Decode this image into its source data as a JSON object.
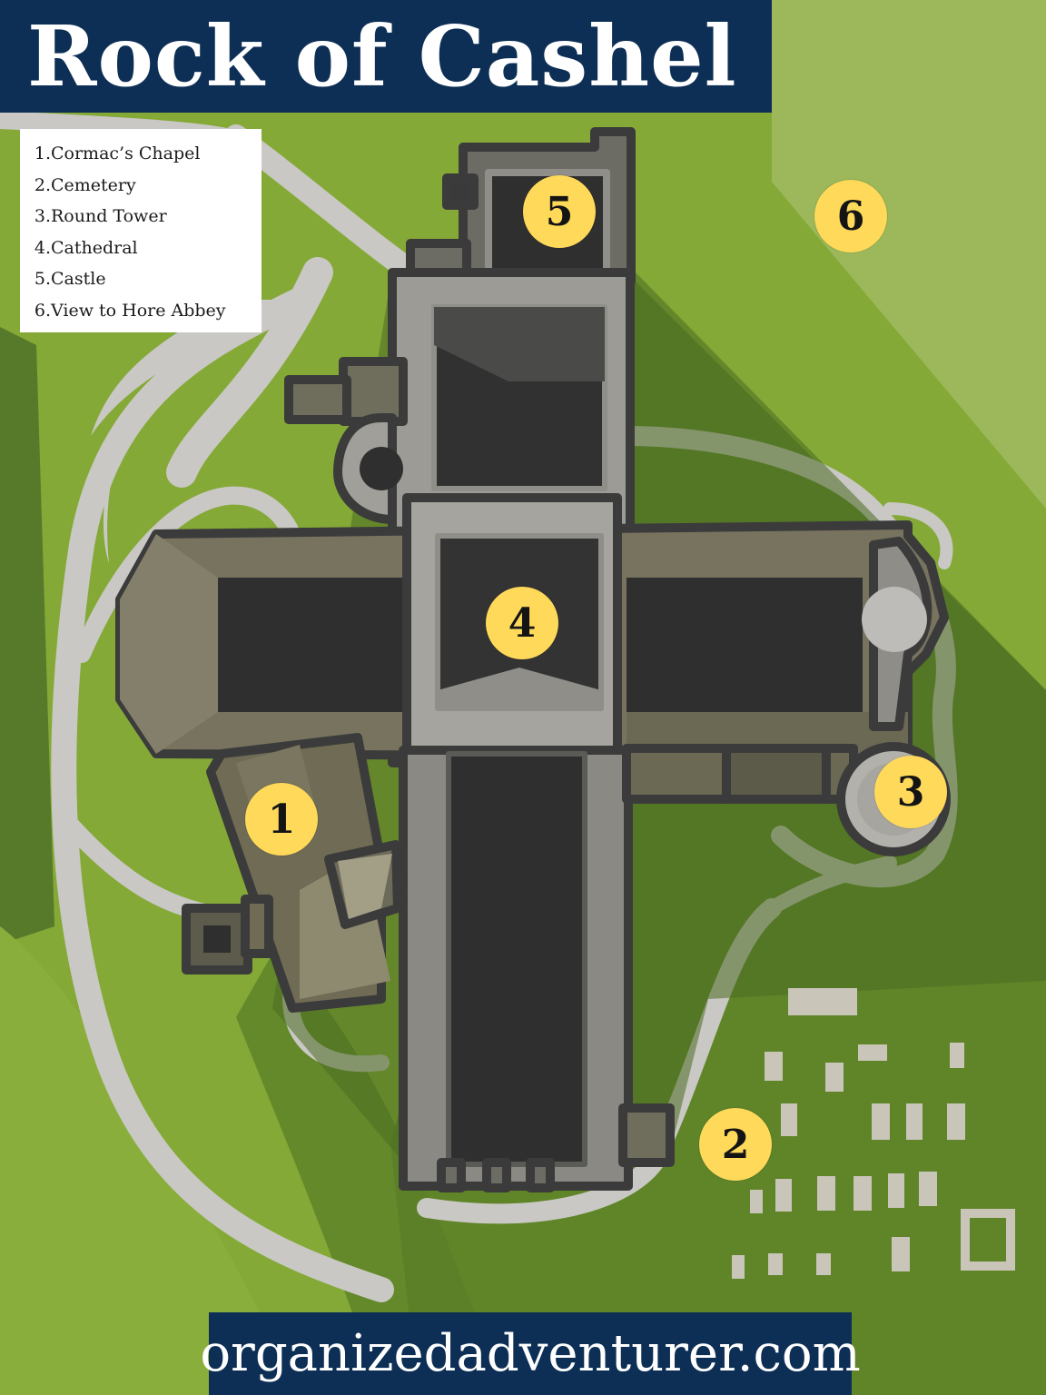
{
  "title": "Rock of Cashel",
  "legend": [
    {
      "num": "1.",
      "label": "Cormac’s Chapel"
    },
    {
      "num": "2.",
      "label": "Cemetery"
    },
    {
      "num": "3.",
      "label": "Round Tower"
    },
    {
      "num": "4.",
      "label": "Cathedral"
    },
    {
      "num": "5.",
      "label": "Castle"
    },
    {
      "num": "6.",
      "label": "View to Hore Abbey"
    }
  ],
  "markers": {
    "m1": "1",
    "m2": "2",
    "m3": "3",
    "m4": "4",
    "m5": "5",
    "m6": "6"
  },
  "footer": "organizedadventurer.com",
  "colors": {
    "navy": "#0d2f55",
    "marker_yellow": "#ffd95a",
    "grass_light": "#8cae3b",
    "grass_dark": "#587d27",
    "path": "#c9c8c4",
    "stone": "#77735f",
    "roof_dark": "#363636"
  }
}
